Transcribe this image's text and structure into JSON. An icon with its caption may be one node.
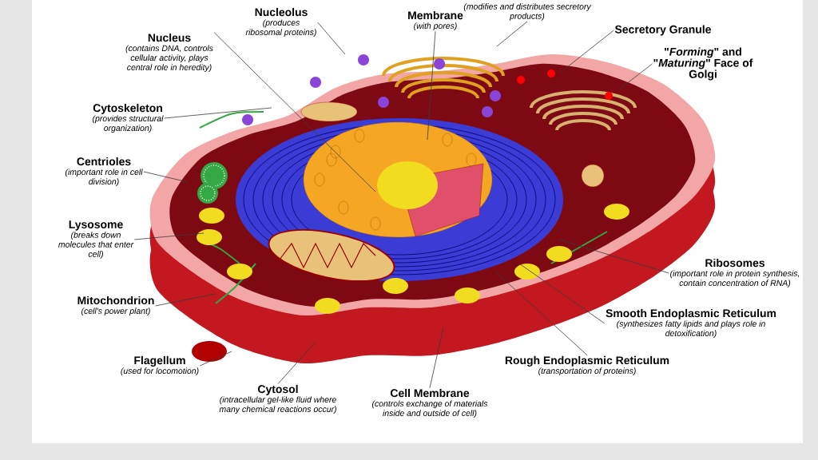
{
  "diagram": {
    "nodes": [
      {
        "text": [
          "Nucleolus",
          "(produces ribosomal proteins)"
        ]
      },
      {
        "text": [
          "Membrane",
          "(with pores)"
        ]
      },
      {
        "text": [
          "(modifies and distributes secretory products)"
        ]
      },
      {
        "text": [
          "Nucleus",
          "(contains DNA, controls cellular activity, plays central role in heredity)"
        ]
      },
      {
        "text": [
          "Secretory Granule"
        ]
      },
      {
        "text": [
          "\"*Forming*\" and \"*Maturing*\" Face of Golgi"
        ]
      },
      {
        "text": [
          "Cytoskeleton",
          "(provides structural organization)"
        ]
      },
      {
        "text": [
          "Centrioles",
          "(important role in cell division)"
        ]
      },
      {
        "text": [
          "Lysosome",
          "(breaks down molecules that enter cell)"
        ]
      },
      {
        "text": [
          "Mitochondrion",
          "(cell's power plant)"
        ]
      },
      {
        "text": [
          "Flagellum",
          "(used for locomotion)"
        ]
      },
      {
        "text": [
          "Cytosol",
          "(intracellular gel-like fluid where many chemical reactions occur)"
        ]
      },
      {
        "text": [
          "Cell Membrane",
          "(controls exchange of materials inside and outside of cell)"
        ]
      },
      {
        "text": [
          "Rough Endoplasmic Reticulum",
          "(transportation of proteins)"
        ]
      },
      {
        "text": [
          "Smooth Endoplasmic Reticulum",
          "(synthesizes fatty lipids and plays role in detoxification)"
        ]
      },
      {
        "text": [
          "Ribosomes",
          "(important role in protein synthesis, contain concentration of RNA)"
        ]
      }
    ],
    "edges": [
      {
        "from": 0,
        "to": null,
        "arrow": "none"
      },
      {
        "from": 1,
        "to": null,
        "arrow": "none"
      },
      {
        "from": 2,
        "to": null,
        "arrow": "none"
      },
      {
        "from": 3,
        "to": null,
        "arrow": "none"
      },
      {
        "from": 4,
        "to": null,
        "arrow": "none"
      },
      {
        "from": 5,
        "to": null,
        "arrow": "none"
      },
      {
        "from": 6,
        "to": null,
        "arrow": "none"
      },
      {
        "from": 7,
        "to": null,
        "arrow": "none"
      },
      {
        "from": 8,
        "to": null,
        "arrow": "none"
      },
      {
        "from": 9,
        "to": null,
        "arrow": "none"
      },
      {
        "from": 10,
        "to": null,
        "arrow": "none"
      },
      {
        "from": 11,
        "to": null,
        "arrow": "none"
      },
      {
        "from": 12,
        "to": null,
        "arrow": "none"
      },
      {
        "from": 13,
        "to": null,
        "arrow": "none"
      },
      {
        "from": 14,
        "to": null,
        "arrow": "none"
      },
      {
        "from": 15,
        "to": null,
        "arrow": "none"
      }
    ]
  }
}
